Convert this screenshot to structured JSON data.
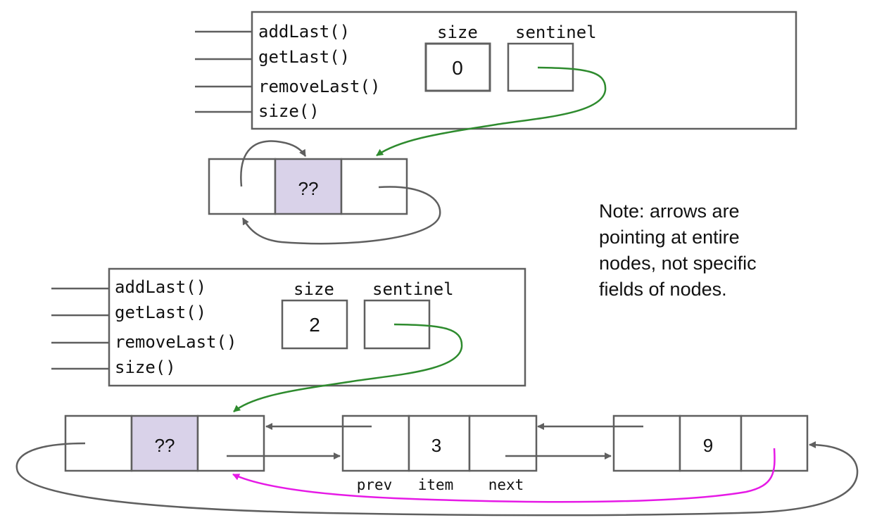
{
  "lists": [
    {
      "methods": [
        "addLast()",
        "getLast()",
        "removeLast()",
        "size()"
      ],
      "size_label": "size",
      "sentinel_label": "sentinel",
      "size_value": "0",
      "nodes": [
        {
          "item": "??"
        }
      ]
    },
    {
      "methods": [
        "addLast()",
        "getLast()",
        "removeLast()",
        "size()"
      ],
      "size_label": "size",
      "sentinel_label": "sentinel",
      "size_value": "2",
      "nodes": [
        {
          "item": "??"
        },
        {
          "item": "3"
        },
        {
          "item": "9"
        }
      ],
      "field_labels": [
        "prev",
        "item",
        "next"
      ]
    }
  ],
  "note": [
    "Note: arrows are",
    "pointing at entire",
    "nodes, not specific",
    "fields of nodes."
  ],
  "colors": {
    "sentinel_pointer": "#2e8b2e",
    "last_next_pointer": "#e619e6",
    "sentinel_item_fill": "#d9d2e9",
    "stroke": "#5f5f5f"
  }
}
